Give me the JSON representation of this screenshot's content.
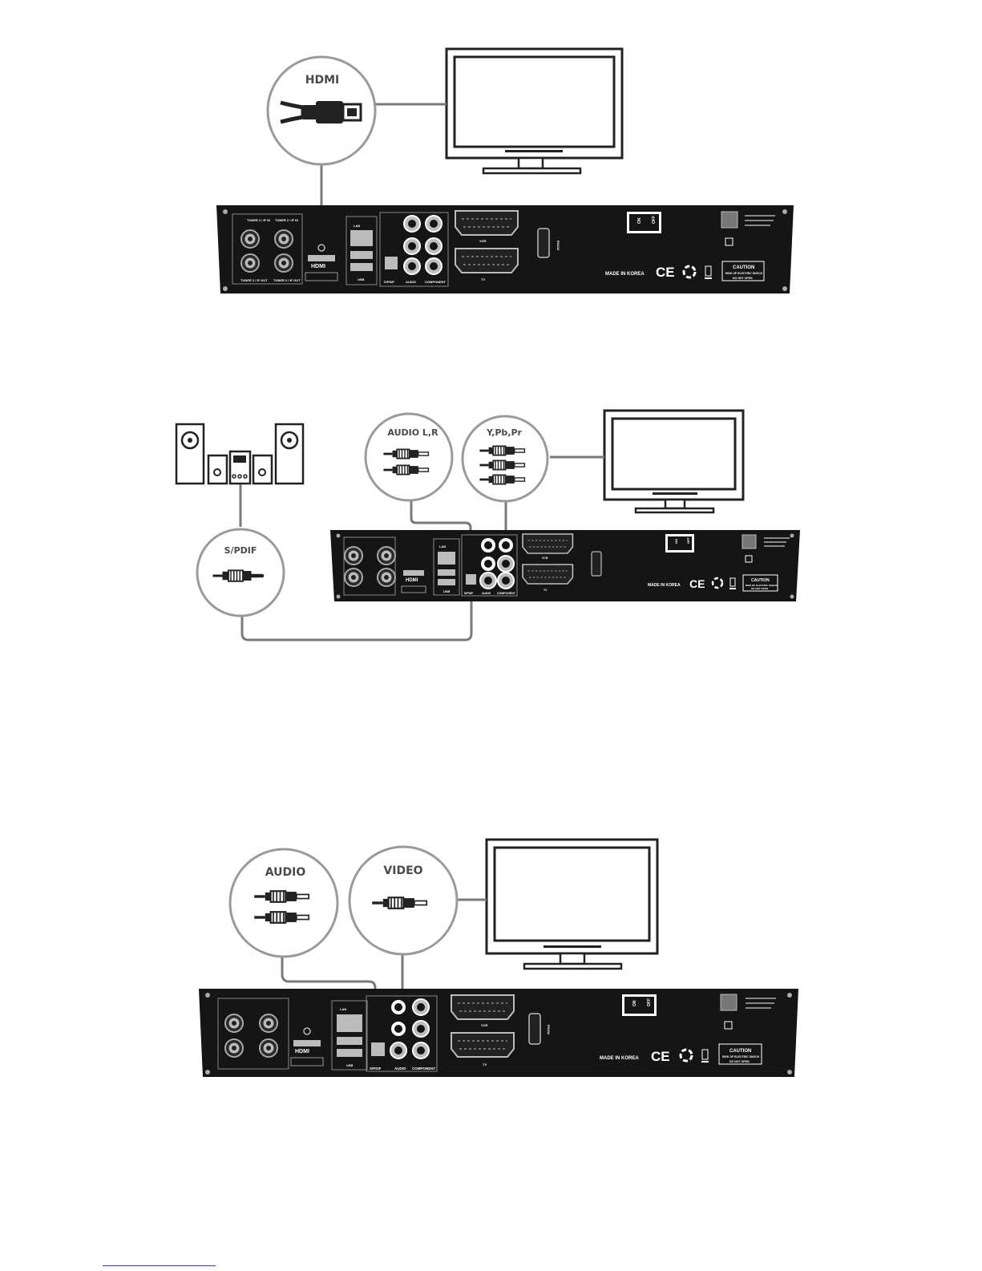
{
  "diagrams": [
    {
      "id": "hdmi",
      "callouts": [
        {
          "label": "HDMI"
        }
      ],
      "panel": {
        "tuner1_in": "TUNER 1 / IF IN",
        "tuner2_in": "TUNER 2 / IF IN",
        "tuner1_out": "TUNER 1 / IF OUT",
        "tuner2_out": "TUNER 2 / IF OUT",
        "hdmi": "HDMI",
        "lan": "LAN",
        "usb": "USB",
        "spdif": "S/PDIF",
        "audio": "AUDIO",
        "component": "COMPONENT",
        "vcr": "VCR",
        "tv": "TV",
        "rs232": "RS232",
        "on": "ON",
        "off": "OFF",
        "made_in": "MADE IN KOREA",
        "ce": "CE",
        "caution": "CAUTION",
        "risk": "RISK OF ELECTRIC SHOCK",
        "do_not_open": "DO NOT OPEN"
      }
    },
    {
      "id": "analog-audio-component",
      "callouts": [
        {
          "label": "AUDIO L,R"
        },
        {
          "label": "Y,Pb,Pr"
        },
        {
          "label": "S/PDIF"
        }
      ],
      "panel": {
        "hdmi": "HDMI",
        "lan": "LAN",
        "usb": "USB",
        "spdif": "S/PDIF",
        "audio": "AUDIO",
        "component": "COMPONENT",
        "vcr": "VCR",
        "tv": "TV",
        "on": "ON",
        "off": "OFF",
        "made_in": "MADE IN KOREA",
        "ce": "CE",
        "caution": "CAUTION",
        "risk": "RISK OF ELECTRIC SHOCK",
        "do_not_open": "DO NOT OPEN"
      }
    },
    {
      "id": "composite",
      "callouts": [
        {
          "label": "AUDIO"
        },
        {
          "label": "VIDEO"
        }
      ],
      "panel": {
        "hdmi": "HDMI",
        "lan": "LAN",
        "usb": "USB",
        "spdif": "S/PDIF",
        "audio": "AUDIO",
        "component": "COMPONENT",
        "vcr": "VCR",
        "tv": "TV",
        "rs232": "RS232",
        "on": "ON",
        "off": "OFF",
        "made_in": "MADE IN KOREA",
        "ce": "CE",
        "caution": "CAUTION",
        "risk": "RISK OF ELECTRIC SHOCK",
        "do_not_open": "DO NOT OPEN"
      }
    }
  ],
  "colors": {
    "panel": "#151515",
    "cable": "#7a7a7a",
    "callout_border": "#9a9a9a",
    "label": "#4a4a4a"
  }
}
